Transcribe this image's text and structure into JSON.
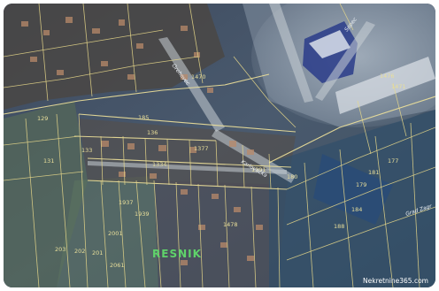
{
  "map": {
    "place_label": "RESNIK",
    "watermark": "Nekretnine365.com",
    "streets": [
      {
        "id": "street-1",
        "label": "Orehovec"
      },
      {
        "id": "street-2",
        "label": "Karlovačka"
      },
      {
        "id": "street-3",
        "label": "Grad Zagr"
      },
      {
        "id": "street-4",
        "label": "Sopec"
      }
    ],
    "lots": [
      "185",
      "129",
      "131",
      "133",
      "136",
      "1334",
      "1377",
      "181",
      "180",
      "179",
      "177",
      "184",
      "188",
      "1476",
      "203",
      "202",
      "201",
      "2001",
      "2061",
      "1937",
      "1939",
      "1470",
      "1391",
      "1478",
      "1471"
    ],
    "colors": {
      "parcel_line": "#e8d88a",
      "place_label": "#5fd36a",
      "watermark": "#ffffff"
    }
  }
}
